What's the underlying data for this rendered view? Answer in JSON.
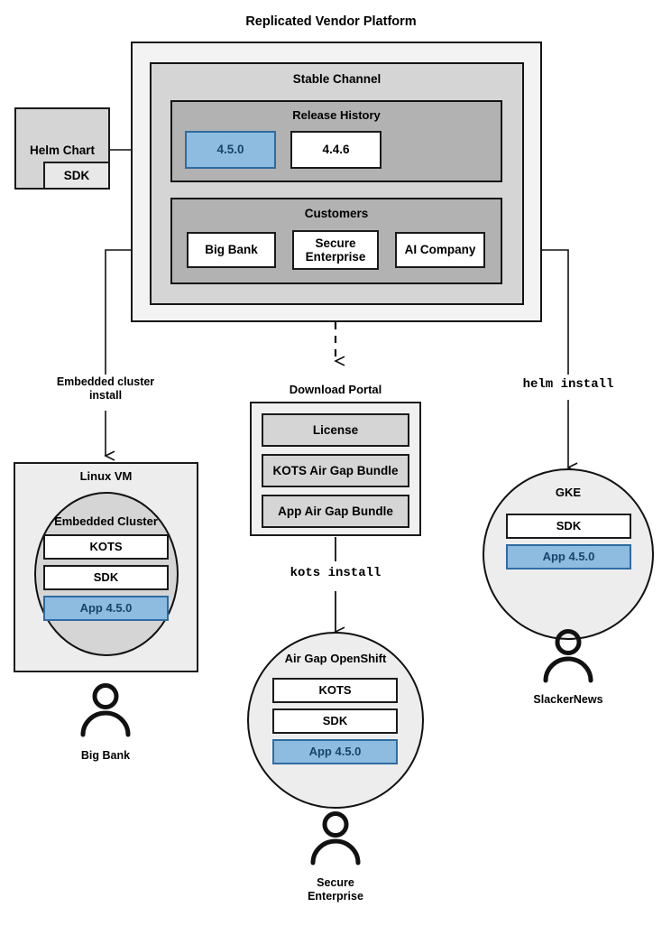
{
  "diagram": {
    "title": "Replicated Vendor Platform",
    "type": "architecture-flow-diagram",
    "colors": {
      "accent_blue_fill": "#8EBCE0",
      "accent_blue_border": "#2D6CA2",
      "accent_blue_text": "#16436B",
      "platform_fill": "#F3F3F3",
      "channel_fill": "#D5D5D5",
      "release_fill": "#B2B2B2",
      "stroke": "#111111",
      "background": "#FFFFFF"
    }
  },
  "source": {
    "helm_chart": {
      "label": "Helm Chart",
      "sdk_label": "SDK"
    }
  },
  "platform": {
    "title": "Replicated Vendor Platform",
    "channel": {
      "title": "Stable Channel",
      "release_history": {
        "title": "Release History",
        "releases": [
          {
            "version": "4.5.0",
            "highlighted": true
          },
          {
            "version": "4.4.6",
            "highlighted": false
          }
        ]
      },
      "customers": {
        "title": "Customers",
        "items": [
          {
            "name": "Big Bank"
          },
          {
            "name": "Secure\nEnterprise",
            "line1": "Secure",
            "line2": "Enterprise"
          },
          {
            "name": "AI Company"
          }
        ]
      }
    }
  },
  "flows": {
    "embedded_cluster_install": {
      "line1": "Embedded cluster",
      "line2": "install"
    },
    "kots_install": {
      "label": "kots install",
      "mono": true
    },
    "helm_install": {
      "label": "helm install",
      "mono": true
    }
  },
  "download_portal": {
    "title": "Download Portal",
    "artifacts": [
      {
        "label": "License"
      },
      {
        "label": "KOTS Air Gap Bundle"
      },
      {
        "label": "App Air Gap Bundle"
      }
    ]
  },
  "targets": [
    {
      "id": "linux-vm",
      "host_label": "Linux VM",
      "cluster_label": "Embedded Cluster",
      "components": [
        {
          "label": "KOTS",
          "highlighted": false
        },
        {
          "label": "SDK",
          "highlighted": false
        },
        {
          "label": "App 4.5.0",
          "highlighted": true
        }
      ],
      "persona": "Big Bank"
    },
    {
      "id": "air-gap-openshift",
      "host_label": "Air Gap OpenShift",
      "components": [
        {
          "label": "KOTS",
          "highlighted": false
        },
        {
          "label": "SDK",
          "highlighted": false
        },
        {
          "label": "App 4.5.0",
          "highlighted": true
        }
      ],
      "persona_line1": "Secure",
      "persona_line2": "Enterprise"
    },
    {
      "id": "gke",
      "host_label": "GKE",
      "components": [
        {
          "label": "SDK",
          "highlighted": false
        },
        {
          "label": "App 4.5.0",
          "highlighted": true
        }
      ],
      "persona": "SlackerNews"
    }
  ]
}
